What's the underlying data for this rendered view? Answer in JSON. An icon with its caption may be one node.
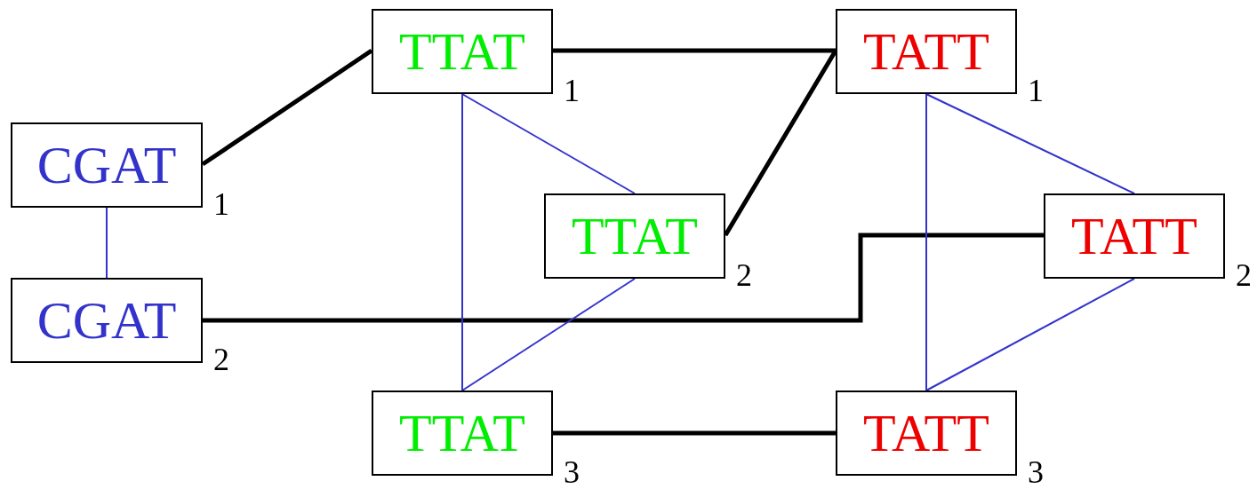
{
  "diagram": {
    "nodes": [
      {
        "text": [
          "CGAT"
        ],
        "beside": [
          "1"
        ]
      },
      {
        "text": [
          "CGAT"
        ],
        "beside": [
          "2"
        ]
      },
      {
        "text": [
          "TTAT"
        ],
        "beside": [
          "1"
        ]
      },
      {
        "text": [
          "TTAT"
        ],
        "beside": [
          "2"
        ]
      },
      {
        "text": [
          "TTAT"
        ],
        "beside": [
          "3"
        ]
      },
      {
        "text": [
          "TATT"
        ],
        "beside": [
          "1"
        ]
      },
      {
        "text": [
          "TATT"
        ],
        "beside": [
          "2"
        ]
      },
      {
        "text": [
          "TATT"
        ],
        "beside": [
          "3"
        ]
      }
    ],
    "edges": [
      {
        "from": 0,
        "to": 2,
        "arrow": "none",
        "style": "thick",
        "color": "#000000"
      },
      {
        "from": 2,
        "to": 5,
        "arrow": "none",
        "style": "thick",
        "color": "#000000"
      },
      {
        "from": 3,
        "to": 5,
        "arrow": "none",
        "style": "thick",
        "color": "#000000"
      },
      {
        "from": 1,
        "to": 6,
        "arrow": "none",
        "style": "thick",
        "color": "#000000"
      },
      {
        "from": 4,
        "to": 7,
        "arrow": "none",
        "style": "thick",
        "color": "#000000"
      },
      {
        "from": 0,
        "to": 1,
        "arrow": "none"
      },
      {
        "from": 2,
        "to": 4,
        "arrow": "none"
      },
      {
        "from": 2,
        "to": 3,
        "arrow": "none"
      },
      {
        "from": 3,
        "to": 4,
        "arrow": "none"
      },
      {
        "from": 5,
        "to": 7,
        "arrow": "none"
      },
      {
        "from": 5,
        "to": 6,
        "arrow": "none"
      },
      {
        "from": 6,
        "to": 7,
        "arrow": "none"
      }
    ]
  }
}
